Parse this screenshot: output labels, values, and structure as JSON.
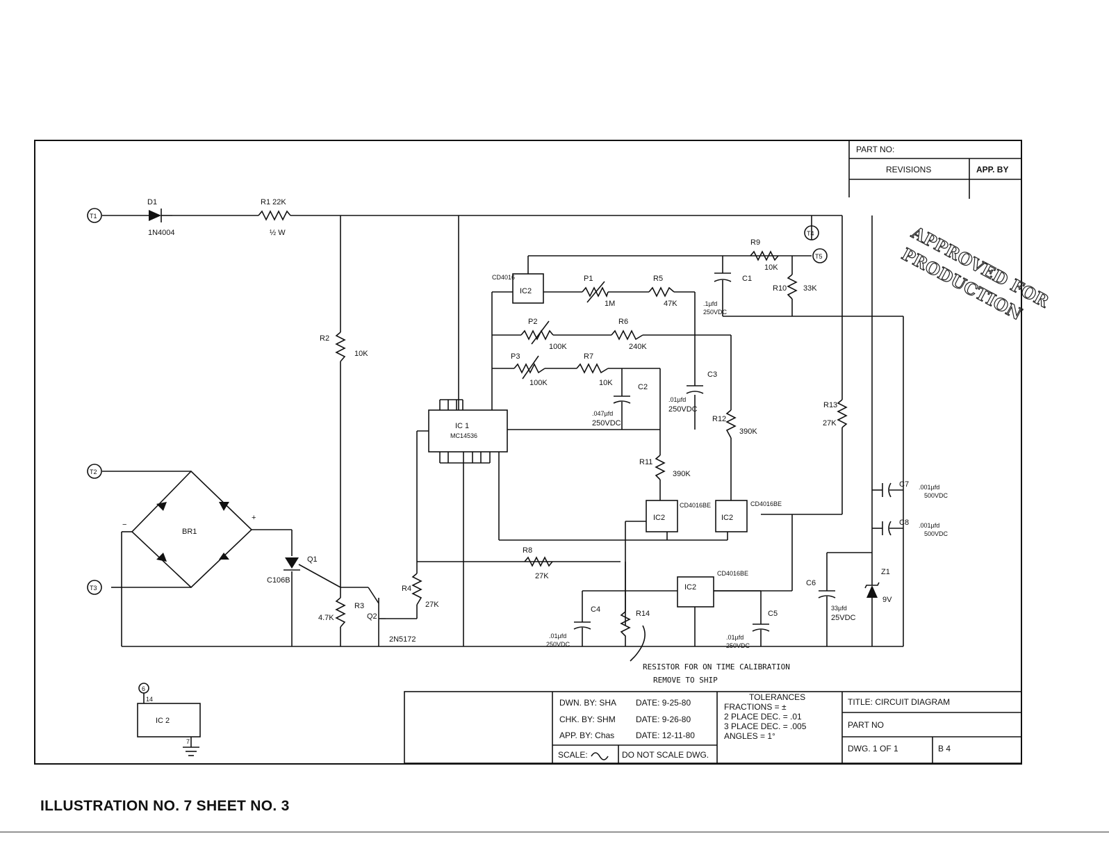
{
  "top_note": "",
  "caption": "ILLUSTRATION NO. 7  SHEET NO. 3",
  "stamp": {
    "line1": "APPROVED FOR",
    "line2": "PRODUCTION"
  },
  "title_block": {
    "part_no": "PART NO:",
    "revisions": "REVISIONS",
    "app_by": "APP. BY",
    "dwn_by": "DWN. BY: SHA",
    "dwn_date": "DATE: 9-25-80",
    "chk_by": "CHK. BY: SHM",
    "chk_date": "DATE: 9-26-80",
    "app_by_bottom": "APP. BY: Chas",
    "app_date": "DATE: 12-11-80",
    "scale": "SCALE:",
    "do_not_scale": "DO NOT SCALE DWG.",
    "tolerances": "TOLERANCES",
    "fractions": "FRACTIONS    = ±",
    "two_place": "2 PLACE DEC. = .01",
    "three_place": "3 PLACE DEC. = .005",
    "angles": "ANGLES       = 1°",
    "title": "TITLE: CIRCUIT DIAGRAM",
    "part_no_bottom": "PART NO",
    "dwg": "DWG.  1   OF   1",
    "size": "B 4"
  },
  "terminals": {
    "t1": "T1",
    "t2": "T2",
    "t3": "T3",
    "t4": "T4",
    "t5": "T5",
    "t6": "6"
  },
  "components": {
    "d1": "D1",
    "d1_part": "1N4004",
    "r1": "R1 22K",
    "r1_watt": "½ W",
    "r2": "R2",
    "r2_val": "10K",
    "r3": "R3",
    "r3_val": "4.7K",
    "r4": "R4",
    "r4_val": "27K",
    "q1": "Q1",
    "q1_part": "C106B",
    "q2": "Q2",
    "q2_part": "2N5172",
    "br1": "BR1",
    "br_plus": "+",
    "br_minus": "−",
    "ic1": "IC 1",
    "ic1_part": "MC14536",
    "ic2a": "IC2",
    "ic2a_part": "CD4016",
    "p1": "P1",
    "p1_val": "1M",
    "r5": "R5",
    "r5_val": "47K",
    "c1": "C1",
    "c1_val": ".1µfd",
    "c1_v": "250VDC",
    "r9": "R9",
    "r9_val": "10K",
    "r10": "R10",
    "r10_val": "33K",
    "p2": "P2",
    "p2_val": "100K",
    "r6": "R6",
    "r6_val": "240K",
    "p3": "P3",
    "p3_val": "100K",
    "r7": "R7",
    "r7_val": "10K",
    "c2": "C2",
    "c2_val": ".047µfd",
    "c2_v": "250VDC",
    "c3": "C3",
    "c3_val": ".01µfd",
    "c3_v": "250VDC",
    "r12": "R12",
    "r12_val": "390K",
    "r13": "R13",
    "r13_val": "27K",
    "r11": "R11",
    "r11_val": "390K",
    "ic2b": "IC2",
    "ic2b_part": "CD4016BE",
    "ic2c": "IC2",
    "ic2c_part": "CD4016BE",
    "c7": "C7",
    "c7_val": ".001µfd",
    "c7_v": "500VDC",
    "c8": "C8",
    "c8_val": ".001µfd",
    "c8_v": "500VDC",
    "r8": "R8",
    "r8_val": "27K",
    "ic2d": "IC2",
    "ic2d_part": "CD4016BE",
    "c6": "C6",
    "c6_val": "33µfd",
    "c6_v": "25VDC",
    "z1": "Z1",
    "z1_val": "9V",
    "c4": "C4",
    "c4_val": ".01µfd",
    "c4_v": "250VDC",
    "r14": "R14",
    "c5": "C5",
    "c5_val": ".01µfd",
    "c5_v": "250VDC",
    "note1": "RESISTOR FOR ON TIME CALIBRATION",
    "note2": "REMOVE TO SHIP",
    "ic2e": "IC 2",
    "pin14": "14",
    "pin7": "7"
  }
}
